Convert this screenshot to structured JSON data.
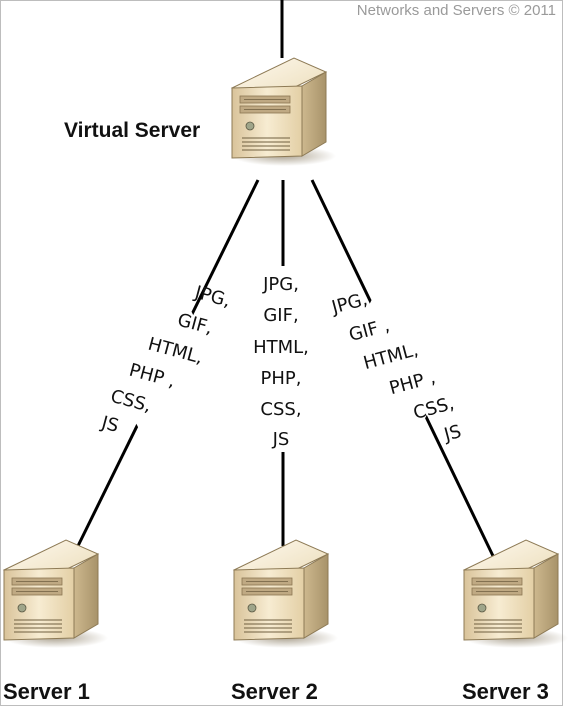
{
  "credit": "Networks and Servers © 2011",
  "virtual_server": {
    "label": "Virtual Server"
  },
  "servers": [
    {
      "label": "Server 1"
    },
    {
      "label": "Server 2"
    },
    {
      "label": "Server 3"
    }
  ],
  "connections": [
    {
      "file_types": [
        "JPG,",
        "GIF,",
        "HTML,",
        "PHP ,",
        "CSS,",
        "JS"
      ]
    },
    {
      "file_types": [
        "JPG,",
        "GIF,",
        "HTML,",
        "PHP,",
        "CSS,",
        "JS"
      ]
    },
    {
      "file_types": [
        "JPG,",
        "GIF ,",
        "HTML,",
        "PHP ,",
        "CSS,",
        "JS"
      ]
    }
  ],
  "colors": {
    "server_body": "#f1e3c0",
    "server_shadow": "#7a6a4a",
    "line": "#000000"
  },
  "icons": {
    "server": "server-tower-icon"
  }
}
